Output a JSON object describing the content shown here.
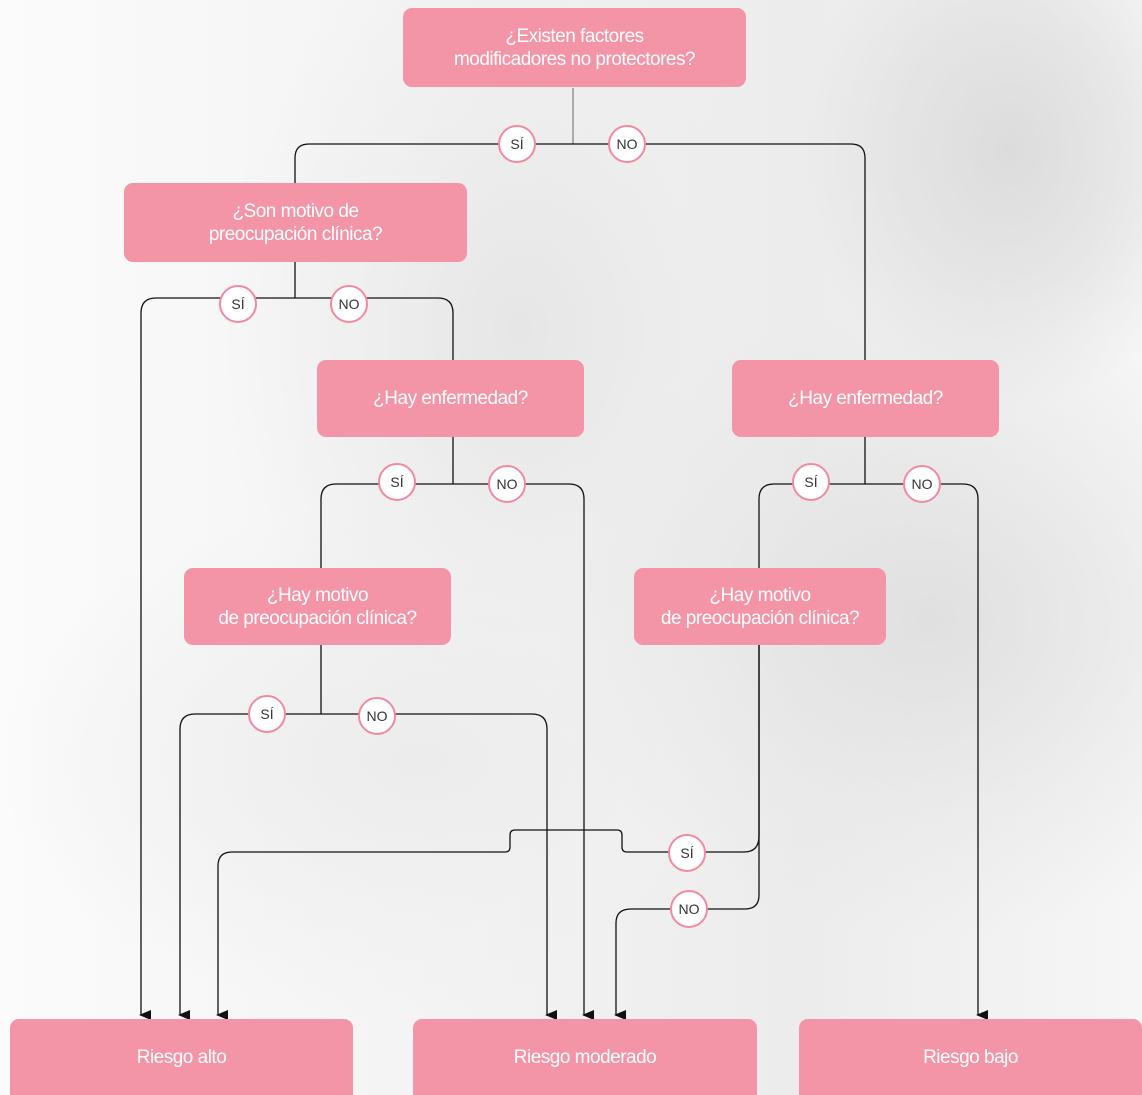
{
  "questions": {
    "q1": {
      "line1": "¿Existen factores",
      "line2": "modificadores no protectores?"
    },
    "q2": {
      "line1": "¿Son motivo de",
      "line2": "preocupación clínica?"
    },
    "q3": {
      "line1": "¿Hay enfermedad?"
    },
    "q4": {
      "line1": "¿Hay enfermedad?"
    },
    "q5": {
      "line1": "¿Hay motivo",
      "line2": "de preocupación clínica?"
    },
    "q6": {
      "line1": "¿Hay motivo",
      "line2": "de preocupación clínica?"
    }
  },
  "outcomes": {
    "high": "Riesgo alto",
    "moderate": "Riesgo moderado",
    "low": "Riesgo bajo"
  },
  "answers": {
    "yes": "SÍ",
    "no": "NO"
  },
  "colors": {
    "box": "#f394a7",
    "badge_border": "#f08aa0",
    "line": "#111111"
  }
}
